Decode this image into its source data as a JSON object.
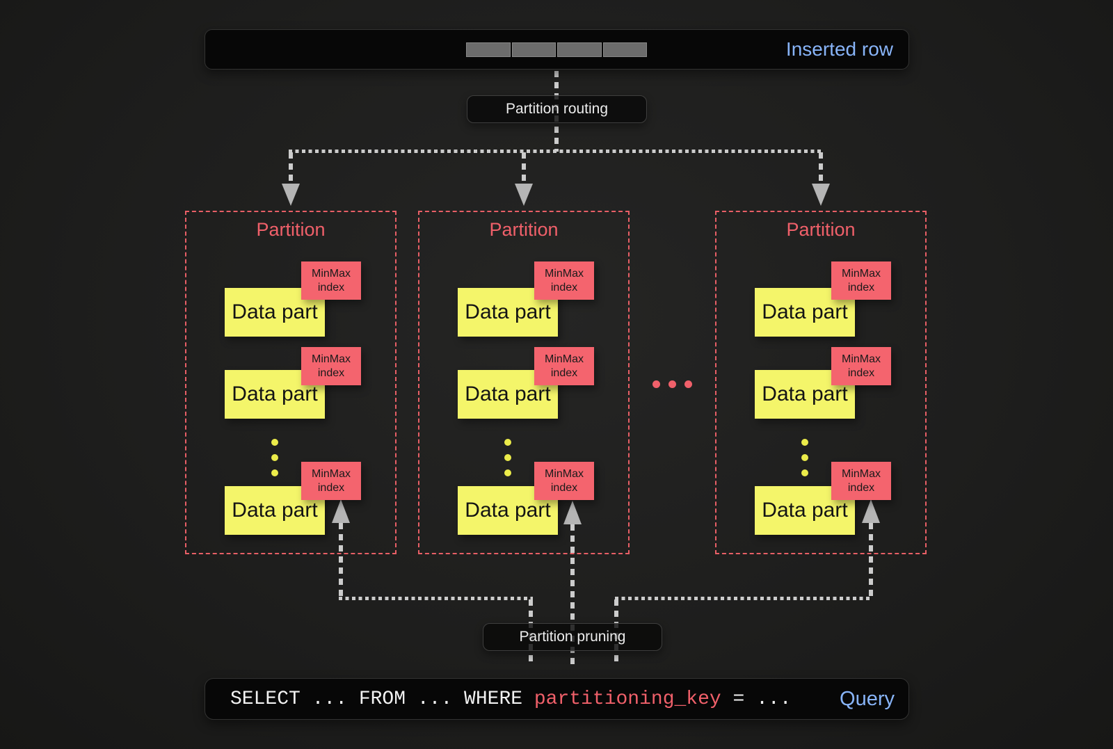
{
  "inserted_row_bar": {
    "label": "Inserted row",
    "segments": 4
  },
  "routing_chip": {
    "label": "Partition routing"
  },
  "pruning_chip": {
    "label": "Partition pruning"
  },
  "partitions": [
    {
      "title": "Partition",
      "data_parts": [
        {
          "label": "Data part",
          "index_label": "MinMax index"
        },
        {
          "label": "Data part",
          "index_label": "MinMax index"
        },
        {
          "label": "Data part",
          "index_label": "MinMax index"
        }
      ],
      "more_parts_ellipsis": "⋮"
    },
    {
      "title": "Partition",
      "data_parts": [
        {
          "label": "Data part",
          "index_label": "MinMax index"
        },
        {
          "label": "Data part",
          "index_label": "MinMax index"
        },
        {
          "label": "Data part",
          "index_label": "MinMax index"
        }
      ],
      "more_parts_ellipsis": "⋮"
    },
    {
      "title": "Partition",
      "data_parts": [
        {
          "label": "Data part",
          "index_label": "MinMax index"
        },
        {
          "label": "Data part",
          "index_label": "MinMax index"
        },
        {
          "label": "Data part",
          "index_label": "MinMax index"
        }
      ],
      "more_parts_ellipsis": "⋮"
    }
  ],
  "more_partitions_ellipsis": "...",
  "query_bar": {
    "select_clause": "SELECT ... FROM ... WHERE ",
    "partitioning_key": "partitioning_key",
    "equals_clause": " = ...",
    "label": "Query"
  },
  "colors": {
    "background": "#1e1e1d",
    "bar_fill": "#070707",
    "accent_blue": "#88b4f8",
    "accent_red": "#f0606a",
    "data_part_yellow": "#f4f56a",
    "minmax_red": "#f4646e",
    "connector_gray": "#cccccc",
    "arrowhead_gray": "#b5b5b5",
    "segment_gray": "#6c6c6c"
  }
}
